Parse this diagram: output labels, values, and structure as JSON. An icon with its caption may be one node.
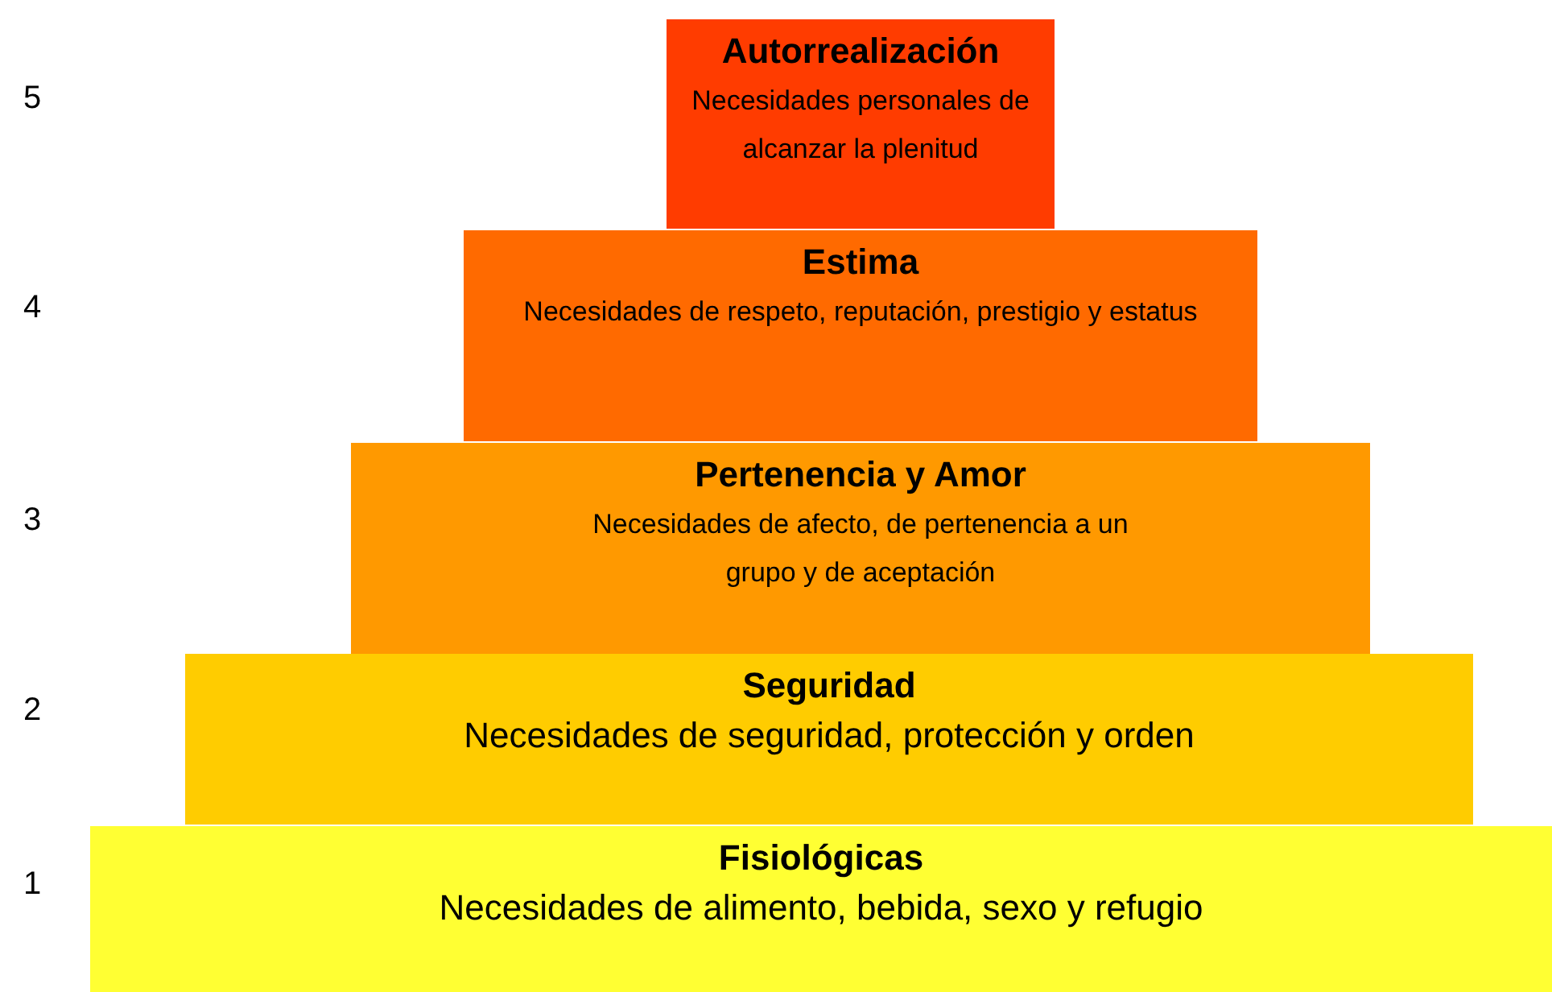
{
  "diagram": {
    "nodes": [
      {
        "text": [
          "Autorrealización",
          "Necesidades personales de alcanzar la plenitud"
        ]
      },
      {
        "text": [
          "Estima",
          "Necesidades de respeto, reputación, prestigio y estatus"
        ]
      },
      {
        "text": [
          "Pertenencia y Amor",
          "Necesidades de afecto, de pertenencia a un grupo y de aceptación"
        ]
      },
      {
        "text": [
          "Seguridad",
          "Necesidades de seguridad, protección y orden"
        ]
      },
      {
        "text": [
          "Fisiológicas",
          "Necesidades de alimento, bebida, sexo y refugio"
        ]
      }
    ],
    "labels": [
      "5",
      "4",
      "3",
      "2",
      "1"
    ]
  }
}
